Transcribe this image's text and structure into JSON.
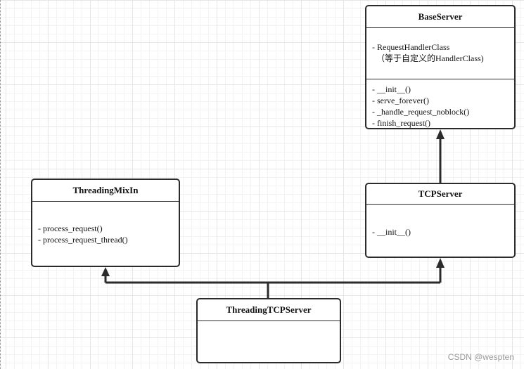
{
  "classes": {
    "base_server": {
      "name": "BaseServer",
      "attributes": [
        "- RequestHandlerClass",
        "（等于自定义的HandlerClass)"
      ],
      "methods": [
        "- __init__()",
        "- serve_forever()",
        "- _handle_request_noblock()",
        "- finish_request()"
      ]
    },
    "threading_mixin": {
      "name": "ThreadingMixIn",
      "methods": [
        "- process_request()",
        "- process_request_thread()"
      ]
    },
    "tcp_server": {
      "name": "TCPServer",
      "methods": [
        "- __init__()"
      ]
    },
    "threading_tcp_server": {
      "name": "ThreadingTCPServer"
    }
  },
  "relations": [
    {
      "from": "TCPServer",
      "to": "BaseServer",
      "type": "inheritance"
    },
    {
      "from": "ThreadingTCPServer",
      "to": "ThreadingMixIn",
      "type": "inheritance"
    },
    {
      "from": "ThreadingTCPServer",
      "to": "TCPServer",
      "type": "inheritance"
    }
  ],
  "watermark": "CSDN @wespten",
  "colors": {
    "line": "#2b2b2b",
    "grid": "#e6e6e6",
    "watermark": "#9a9a9a"
  }
}
